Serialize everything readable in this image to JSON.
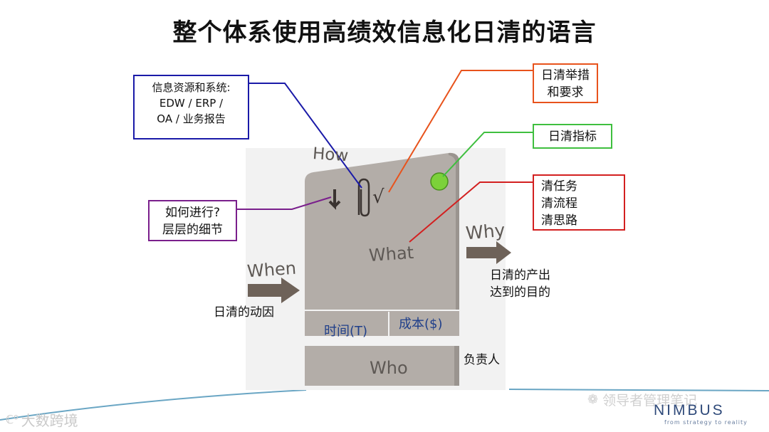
{
  "title": "整个体系使用高绩效信息化日清的语言",
  "callouts": {
    "info_system": [
      "信息资源和系统:",
      "EDW / ERP /",
      "OA / 业务报告"
    ],
    "measures": [
      "日清举措",
      "和要求"
    ],
    "indicator": "日清指标",
    "clear": [
      "清任务",
      "清流程",
      "清思路"
    ],
    "how_detail": [
      "如何进行?",
      "层层的细节"
    ]
  },
  "card": {
    "how": "How",
    "what": "What",
    "why": "Why",
    "when": "When",
    "who": "Who",
    "check_mark": "√",
    "time": "时间(T)",
    "cost": "成本($)"
  },
  "labels": {
    "when_desc": "日清的动因",
    "why_desc": [
      "日清的产出",
      "达到的目的"
    ],
    "who_desc": "负责人"
  },
  "watermarks": {
    "left": "大数跨境",
    "wechat": "领导者管理笔记",
    "logo": "NIMBUS",
    "tagline": "from strategy to reality"
  },
  "colors": {
    "blue": "#1a1aa8",
    "orange": "#e8531c",
    "green": "#3fbf3f",
    "red": "#d32020",
    "purple": "#7a1f8c",
    "card": "#b0aaa5",
    "card_dark": "#8f8984",
    "arrow": "#6e6259",
    "metric": "#1f3f8a"
  }
}
